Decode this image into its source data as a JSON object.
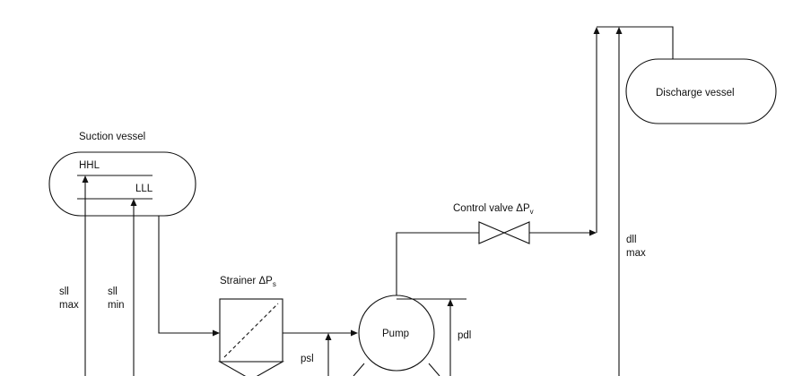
{
  "diagram": {
    "suction_vessel": {
      "title": "Suction vessel",
      "hhl": "HHL",
      "lll": "LLL"
    },
    "discharge_vessel": {
      "label": "Discharge vessel"
    },
    "strainer": {
      "label": "Strainer ΔP",
      "subscript": "s"
    },
    "control_valve": {
      "label": "Control valve ΔP",
      "subscript": "v"
    },
    "pump": {
      "label": "Pump"
    },
    "levels": {
      "sll_max_1": "sll",
      "sll_max_2": "max",
      "sll_min_1": "sll",
      "sll_min_2": "min",
      "psl": "psl",
      "pdl": "pdl",
      "dll_max_1": "dll",
      "dll_max_2": "max"
    }
  }
}
